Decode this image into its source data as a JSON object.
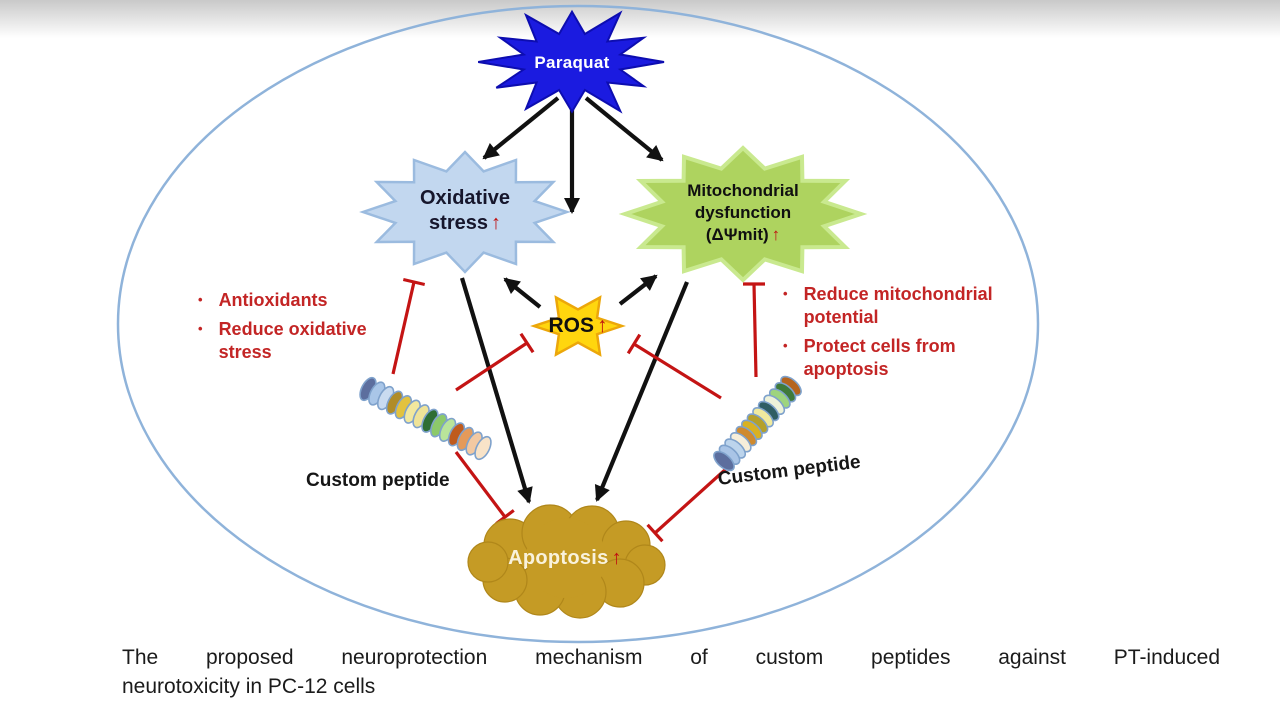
{
  "slide": {
    "caption": {
      "line1": "The proposed neuroprotection mechanism of custom peptides against PT-induced",
      "line2": "neurotoxicity in PC-12 cells"
    }
  },
  "diagram": {
    "nodes": {
      "paraquat": {
        "label": "Paraquat",
        "fill": "#1b1be0",
        "border": "#0d0db0",
        "text_color": "#ffffff"
      },
      "oxidative_stress": {
        "line1": "Oxidative",
        "line2": "stress",
        "up_arrow": "↑",
        "fill": "#c2d7ef",
        "border": "#9bbbdf",
        "text_color": "#16162c"
      },
      "mitochondrial_dysfunction": {
        "line1": "Mitochondrial",
        "line2": "dysfunction",
        "line3": "(ΔΨmit)",
        "up_arrow": "↑",
        "fill": "#aed35f",
        "border": "#c9e98f",
        "text_color": "#101010"
      },
      "ros": {
        "label": "ROS",
        "up_arrow": "↑",
        "fill": "#ffd60e",
        "border": "#eca70a",
        "text_color": "#101010"
      },
      "apoptosis": {
        "label": "Apoptosis",
        "up_arrow": "↑",
        "fill": "#c59b25",
        "border": "#b0871a",
        "text_color": "#f9f2dc"
      }
    },
    "annotations": {
      "left_bullets": [
        "Antioxidants",
        "Reduce oxidative stress"
      ],
      "right_bullets": [
        "Reduce mitochondrial potential",
        "Protect cells from apoptosis"
      ],
      "bullet_color": "#c32525",
      "left_peptide_label": "Custom peptide",
      "right_peptide_label": "Custom peptide"
    },
    "colors": {
      "arrow_black": "#111111",
      "inhibition_red": "#c41414",
      "cell_membrane_blue": "#8fb3da",
      "up_arrow_red": "#c01010"
    },
    "peptides": {
      "bead_outline": "#7fa2cc",
      "left_beads": [
        "#5c6e9e",
        "#a9c6e8",
        "#c9dbf0",
        "#b08c28",
        "#e3c23e",
        "#f2e89e",
        "#efe398",
        "#2f6e33",
        "#8cc96a",
        "#b9e49a",
        "#bf5b1e",
        "#e49a5a",
        "#f3c9a2",
        "#f8e3c8"
      ],
      "right_beads": [
        "#b5641e",
        "#3f7a3a",
        "#9ed47e",
        "#eef2da",
        "#2f5d63",
        "#f0ea9e",
        "#b5a02a",
        "#d9b122",
        "#cf8a2e",
        "#f6eeda",
        "#bcd4ec",
        "#a9c4e6",
        "#5c6e9e"
      ]
    }
  }
}
